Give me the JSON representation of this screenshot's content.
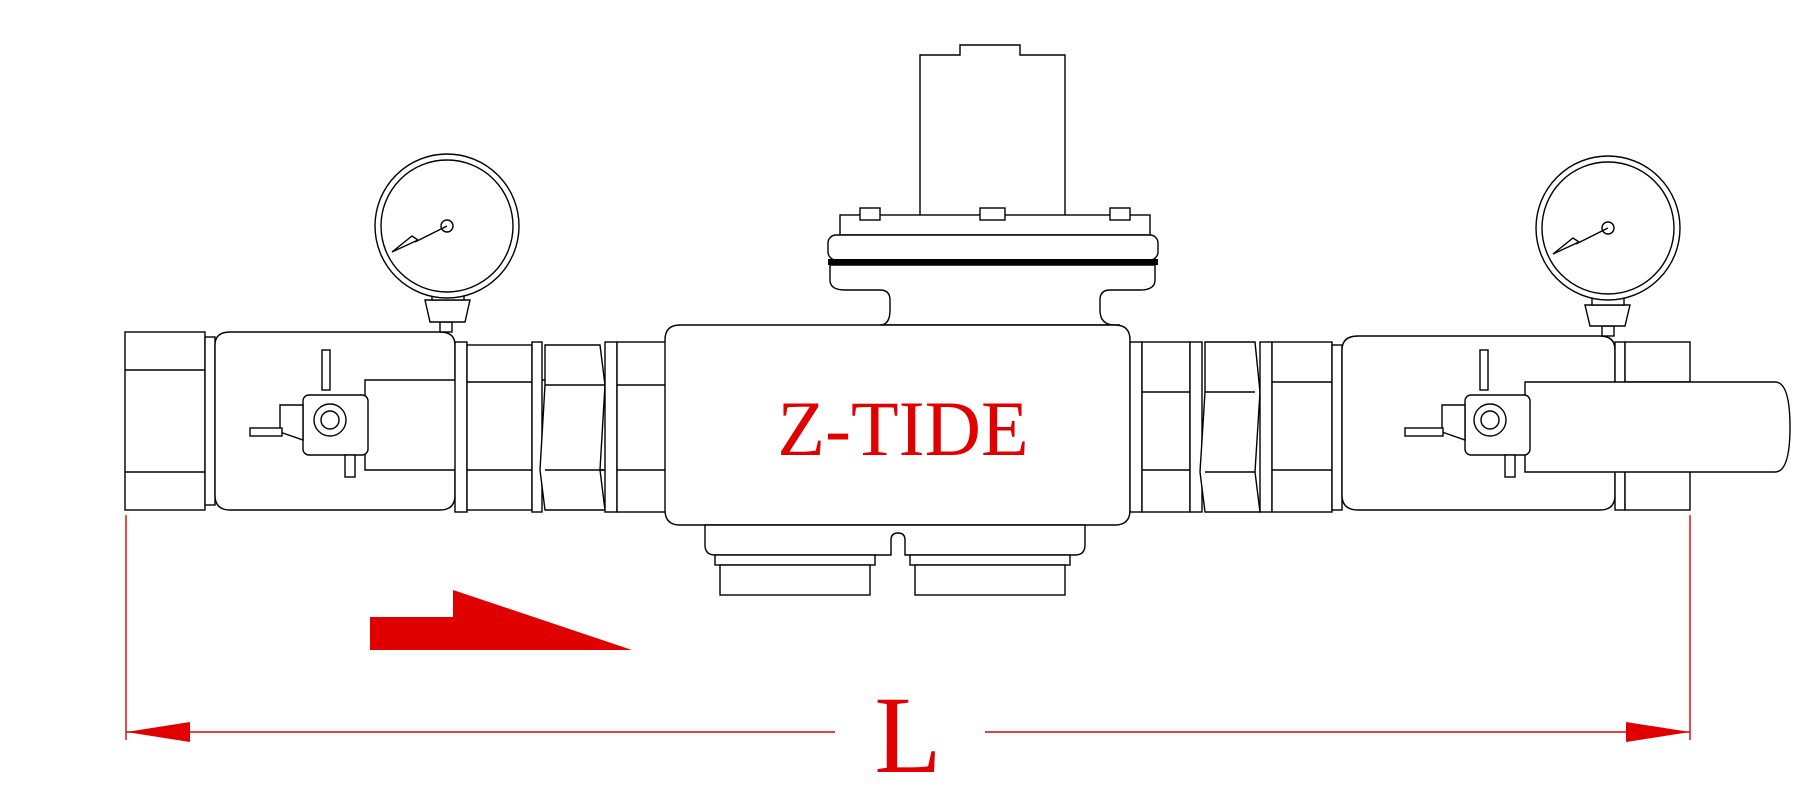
{
  "brand_label": "Z-TIDE",
  "dimension_label": "L",
  "colors": {
    "line": "#000000",
    "annotation": "#e00000",
    "background": "#ffffff"
  },
  "components": {
    "left_gauge": "pressure-gauge",
    "right_gauge": "pressure-gauge",
    "left_valve": "ball-valve",
    "right_valve": "ball-valve",
    "center_body": "pressure-reducing-valve",
    "flow_arrow": "flow-direction-arrow",
    "dimension": "overall-length-dimension"
  }
}
